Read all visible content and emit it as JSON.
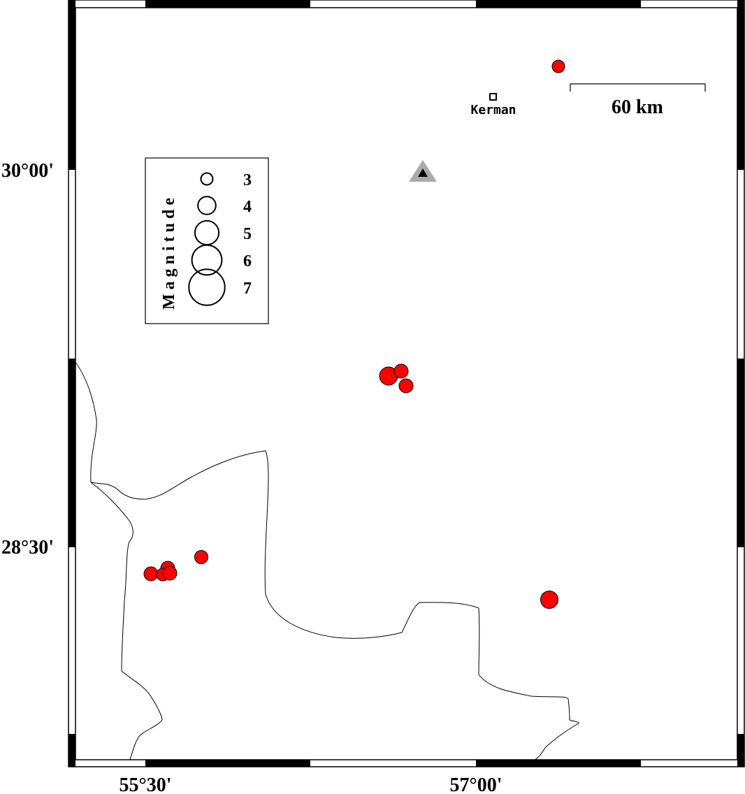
{
  "map": {
    "axis_labels": {
      "lat_30": "30°00'",
      "lat_2830": "28°30'",
      "lon_5530": "55°30'",
      "lon_57": "57°00'"
    },
    "scale_bar": {
      "label": "60 km"
    },
    "city": {
      "name": "Kerman",
      "marker": "square-icon"
    },
    "station": {
      "marker": "triangle-icon",
      "color": "#000000",
      "halo_color": "#aaaaaa"
    },
    "legend": {
      "title": "Magnitude",
      "entries": [
        {
          "label": "3",
          "magnitude": 3
        },
        {
          "label": "4",
          "magnitude": 4
        },
        {
          "label": "5",
          "magnitude": 5
        },
        {
          "label": "6",
          "magnitude": 6
        },
        {
          "label": "7",
          "magnitude": 7
        }
      ]
    },
    "events_color": "#ff0000"
  }
}
